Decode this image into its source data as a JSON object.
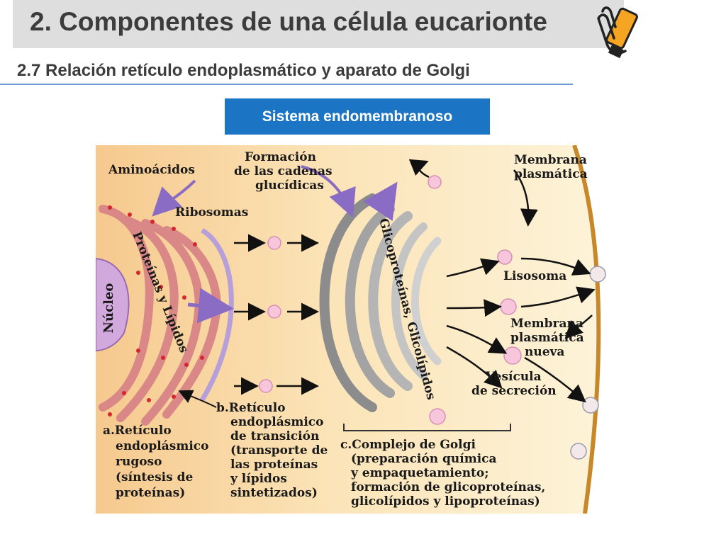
{
  "header": {
    "title": "2. Componentes de una célula eucarionte",
    "subtitle": "2.7 Relación retículo endoplasmático y aparato de Golgi",
    "button_label": "Sistema endomembranoso"
  },
  "icons": {
    "cursor": "hand-pointer-icon"
  },
  "colors": {
    "accent": "#1b75c4",
    "title_bar": "#dedede",
    "diagram_bg": "#fbe6b8"
  },
  "diagram": {
    "aminoacidos": "Aminoácidos",
    "formacion": [
      "Formación",
      "de las cadenas",
      "glucídicas"
    ],
    "ribosomas": "Ribosomas",
    "nucleo": "Núcleo",
    "proteinas_lipidos": "Proteínas y Lípidos",
    "glicoproteinas": "Glicoproteínas, Glicolípidos",
    "membrana_plasmatica": [
      "Membrana",
      "plasmática"
    ],
    "lisosoma": "Lisosoma",
    "membrana_nueva": [
      "Membrana",
      "plasmática",
      "nueva"
    ],
    "vesicula": [
      "Vesícula",
      "de secreción"
    ],
    "reticulo_transicion": [
      "b.Retículo",
      "endoplásmico",
      "de transición",
      "(transporte de",
      "las proteínas",
      "y lípidos",
      "sintetizados)"
    ],
    "reticulo_rugoso": [
      "a.Retículo",
      "endoplásmico",
      "rugoso",
      "(síntesis de",
      "proteínas)"
    ],
    "golgi": [
      "c.Complejo de Golgi",
      "(preparación química",
      "y empaquetamiento;",
      "formación de glicoproteínas,",
      "glicolípidos y lipoproteínas)"
    ]
  }
}
